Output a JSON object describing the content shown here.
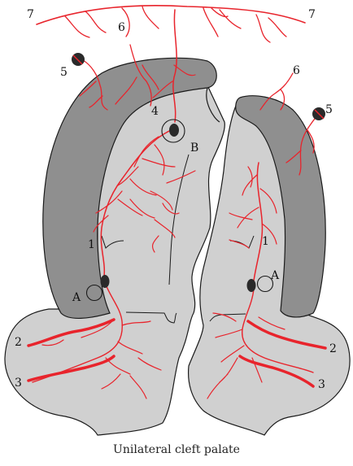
{
  "caption": "Unilateral cleft palate",
  "labels": {
    "one_left": "1",
    "one_right": "1",
    "two_left": "2",
    "two_right": "2",
    "three_left": "3",
    "three_right": "3",
    "four": "4",
    "five_left": "5",
    "five_right": "5",
    "six_left": "6",
    "six_right": "6",
    "seven_left": "7",
    "seven_right": "7",
    "a_left": "A",
    "a_right": "A",
    "b": "B"
  },
  "colors": {
    "tissue": "#d0d0d0",
    "ridge": "#8f8f8f",
    "outline": "#1a1a1a",
    "vessel": "#e8242c",
    "foramen": "#2a2a2a"
  }
}
